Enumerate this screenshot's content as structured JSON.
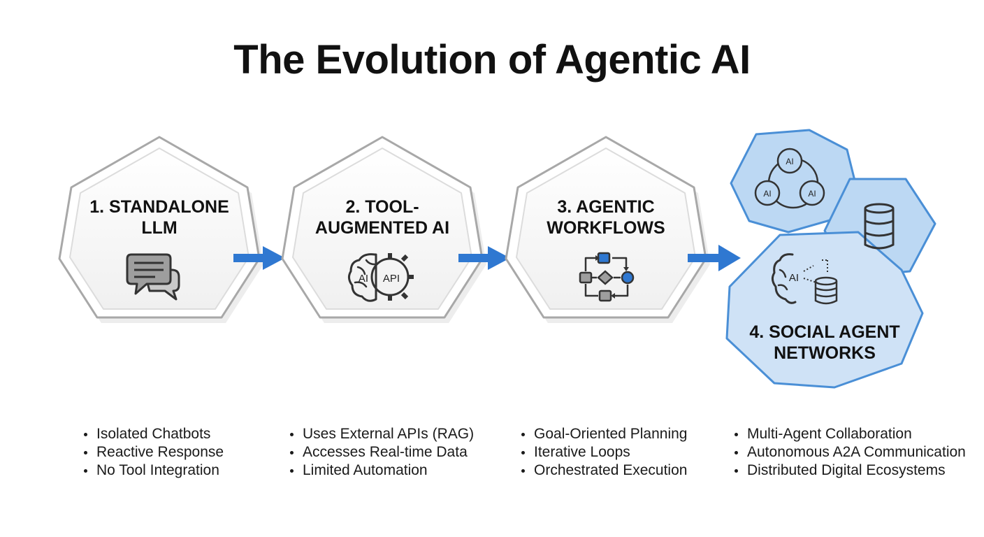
{
  "title": "The Evolution of Agentic AI",
  "colors": {
    "accent_blue": "#2f78d1",
    "hex_fill_blue": "#bcd8f3",
    "hex_stroke_blue": "#4a8fd6",
    "icon_dark": "#333333"
  },
  "stages": [
    {
      "label_lines": [
        "1. STANDALONE",
        "LLM"
      ],
      "icon": "chat-bubbles-icon",
      "bullets": [
        "Isolated Chatbots",
        "Reactive Response",
        "No Tool Integration"
      ]
    },
    {
      "label_lines": [
        "2. TOOL-",
        "AUGMENTED AI"
      ],
      "icon": "brain-gear-api-icon",
      "icon_text": [
        "AI",
        "API"
      ],
      "bullets": [
        "Uses External APIs (RAG)",
        "Accesses Real-time Data",
        "Limited Automation"
      ]
    },
    {
      "label_lines": [
        "3. AGENTIC",
        "WORKFLOWS"
      ],
      "icon": "workflow-icon",
      "bullets": [
        "Goal-Oriented Planning",
        "Iterative Loops",
        "Orchestrated Execution"
      ]
    },
    {
      "label_lines": [
        "4. SOCIAL AGENT",
        "NETWORKS"
      ],
      "icon": "agent-network-icon",
      "icon_text": [
        "AI",
        "AI",
        "AI",
        "AI"
      ],
      "bullets": [
        "Multi-Agent Collaboration",
        "Autonomous A2A Communication",
        "Distributed Digital Ecosystems"
      ]
    }
  ]
}
